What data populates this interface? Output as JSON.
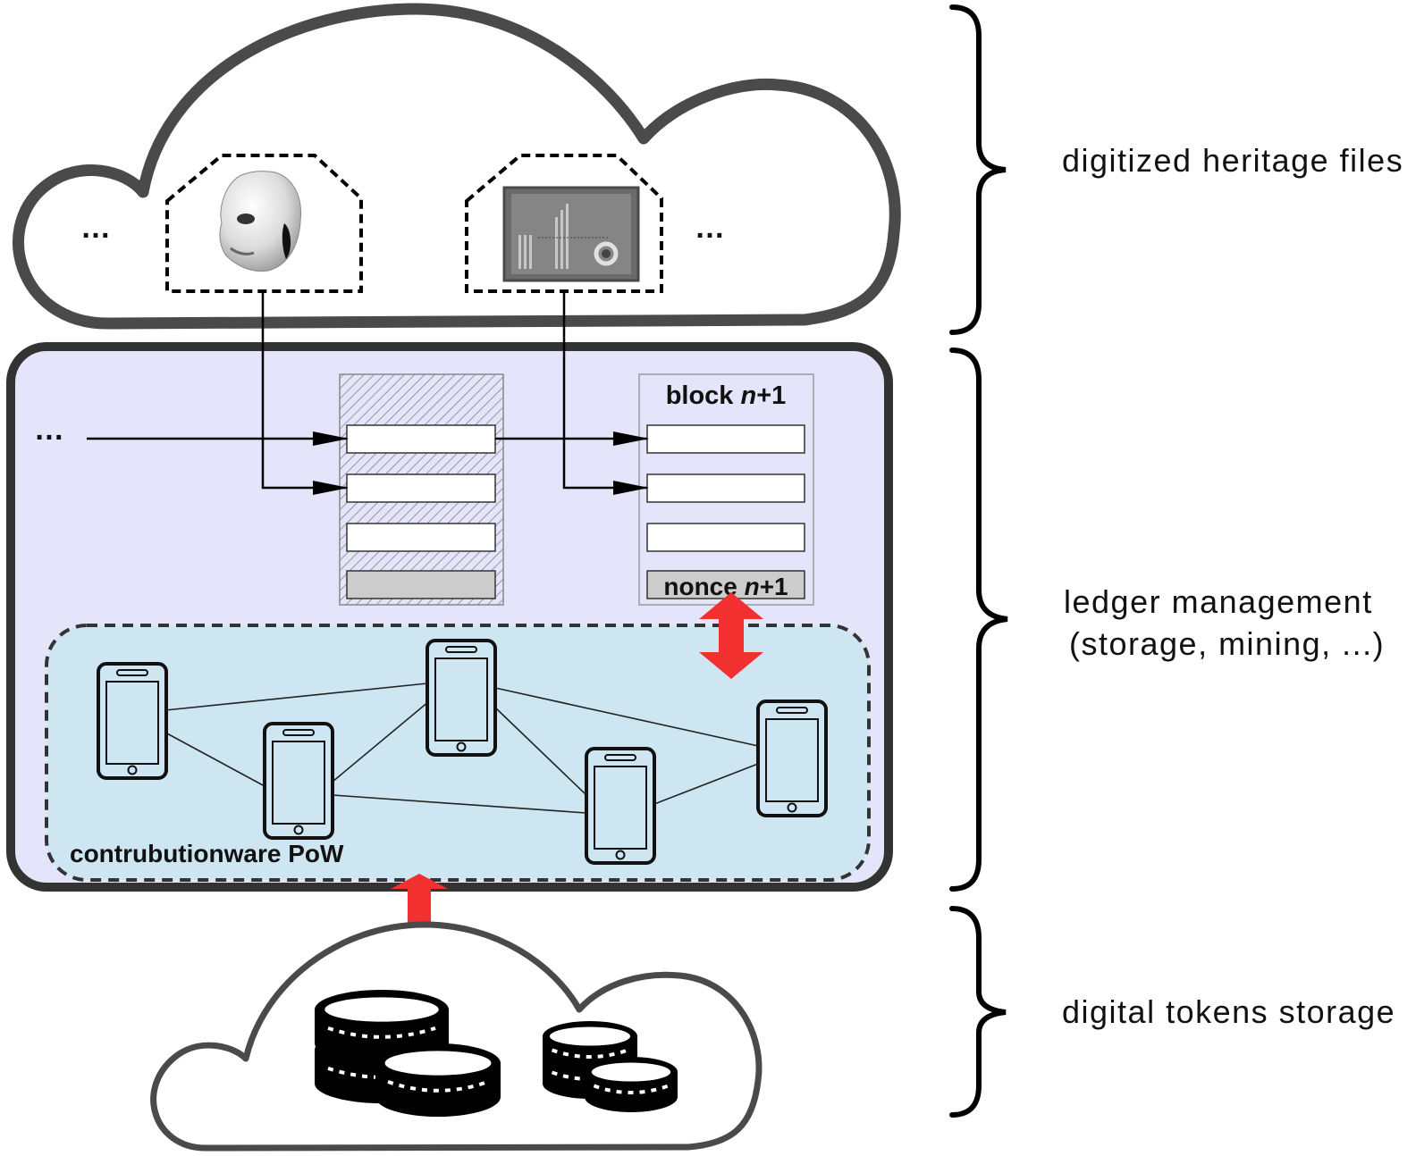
{
  "diagram": {
    "sections": [
      {
        "id": "heritage",
        "label": "digitized heritage files"
      },
      {
        "id": "ledger",
        "label_line1": "ledger management",
        "label_line2": "(storage, mining, ...)"
      },
      {
        "id": "tokens",
        "label": "digital tokens storage"
      }
    ],
    "heritage_cloud": {
      "ellipsis_left": "…",
      "ellipsis_right": "…",
      "files": [
        {
          "name": "3d-head-model",
          "icon": "head-model-icon"
        },
        {
          "name": "scanned-artifact-image",
          "icon": "scan-image-icon"
        }
      ]
    },
    "ledger": {
      "ellipsis": "…",
      "previous_block": {
        "transactions": 3,
        "nonce_label": ""
      },
      "new_block": {
        "title_prefix": "block ",
        "title_var": "n",
        "title_suffix": "+1",
        "transactions": 3,
        "nonce_prefix": "nonce ",
        "nonce_var": "n",
        "nonce_suffix": "+1"
      },
      "pow_network": {
        "label": "contrubutionware PoW",
        "nodes": 5,
        "node_icon": "smartphone-icon"
      }
    },
    "tokens_cloud": {
      "coin_stacks": 2,
      "icon": "coins-icon"
    },
    "colors": {
      "ledger_bg": "#e4e4fa",
      "pow_bg": "#cde6f2",
      "arrow_red": "#f23030",
      "cloud_stroke": "#4a4a4a",
      "frame": "#333333"
    }
  }
}
